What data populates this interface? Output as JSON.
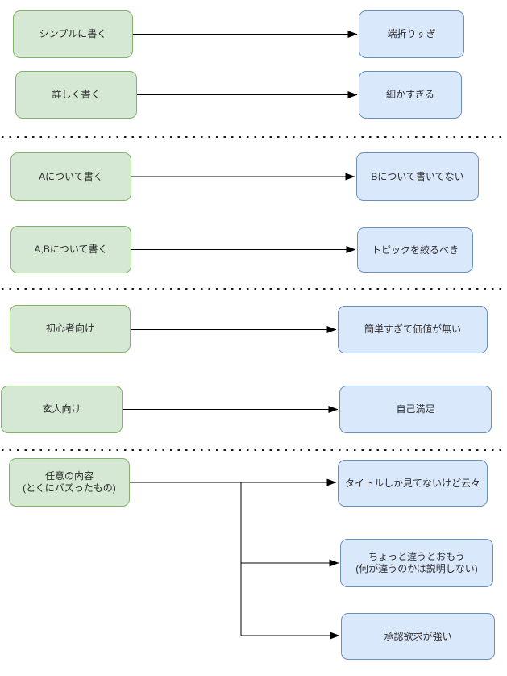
{
  "diagram": {
    "type": "flow-diagram",
    "colors": {
      "source_fill": "#d5e8d4",
      "source_border": "#82b366",
      "target_fill": "#dae8fc",
      "target_border": "#6c8ebf",
      "connector": "#000000",
      "divider": "#1a1a1a"
    },
    "sections": [
      {
        "rows": [
          {
            "source": "シンプルに書く",
            "targets": [
              "端折りすぎ"
            ]
          },
          {
            "source": "詳しく書く",
            "targets": [
              "細かすぎる"
            ]
          }
        ]
      },
      {
        "rows": [
          {
            "source": "Aについて書く",
            "targets": [
              "Bについて書いてない"
            ]
          },
          {
            "source": "A,Bについて書く",
            "targets": [
              "トピックを絞るべき"
            ]
          }
        ]
      },
      {
        "rows": [
          {
            "source": "初心者向け",
            "targets": [
              "簡単すぎて価値が無い"
            ]
          },
          {
            "source": "玄人向け",
            "targets": [
              "自己満足"
            ]
          }
        ]
      },
      {
        "rows": [
          {
            "source": "任意の内容\n(とくにバズったもの)",
            "targets": [
              "タイトルしか見てないけど云々",
              "ちょっと違うとおもう\n(何が違うのかは説明しない)",
              "承認欲求が強い"
            ]
          }
        ]
      }
    ]
  }
}
